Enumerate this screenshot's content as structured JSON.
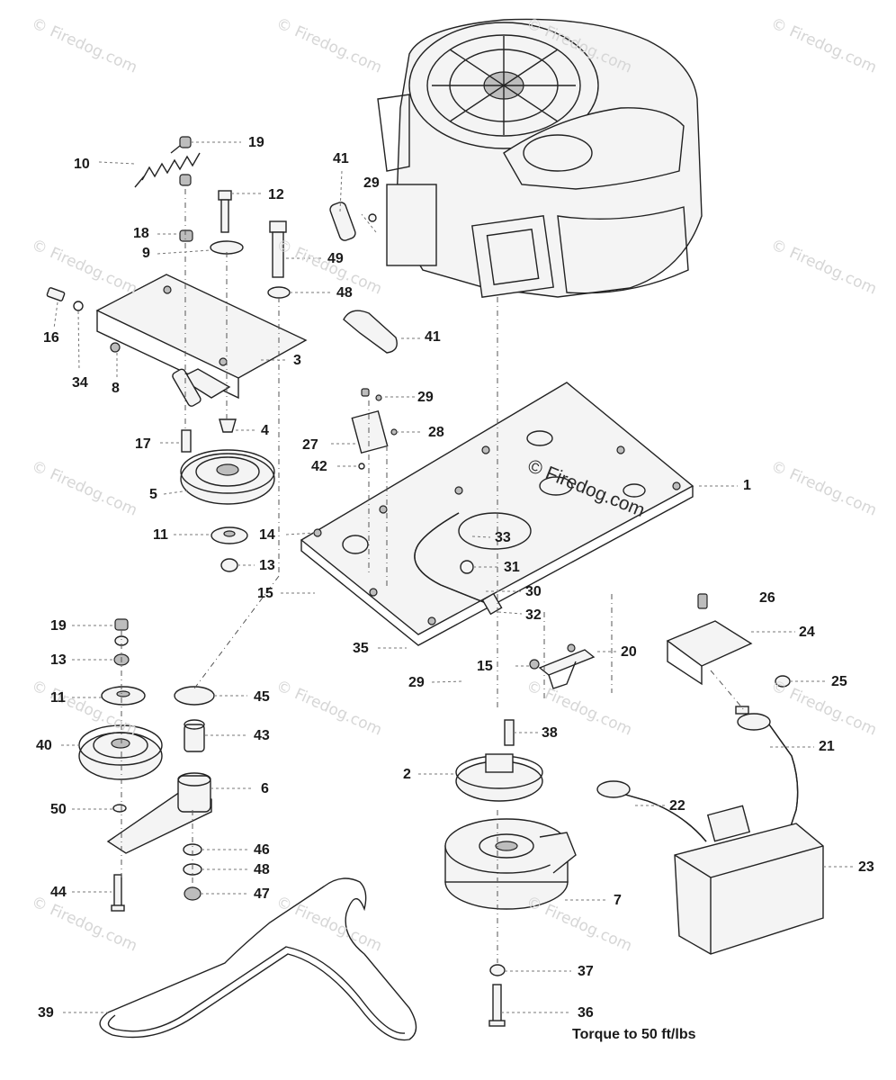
{
  "watermark": {
    "text": "© Firedog.com",
    "center_text": "© Firedog.com"
  },
  "labels": {
    "p1": "1",
    "p2": "2",
    "p3": "3",
    "p4": "4",
    "p5": "5",
    "p6": "6",
    "p7": "7",
    "p8": "8",
    "p9": "9",
    "p10": "10",
    "p11a": "11",
    "p11b": "11",
    "p12": "12",
    "p13a": "13",
    "p13b": "13",
    "p14": "14",
    "p15a": "15",
    "p15b": "15",
    "p16": "16",
    "p17": "17",
    "p18": "18",
    "p19a": "19",
    "p19b": "19",
    "p20": "20",
    "p21": "21",
    "p22": "22",
    "p23": "23",
    "p24": "24",
    "p25": "25",
    "p26": "26",
    "p27": "27",
    "p28": "28",
    "p29a": "29",
    "p29b": "29",
    "p29c": "29",
    "p30": "30",
    "p31": "31",
    "p32": "32",
    "p33": "33",
    "p34": "34",
    "p35": "35",
    "p36": "36",
    "p37": "37",
    "p38": "38",
    "p39": "39",
    "p40": "40",
    "p41a": "41",
    "p41b": "41",
    "p42": "42",
    "p43": "43",
    "p44": "44",
    "p45": "45",
    "p46": "46",
    "p47": "47",
    "p48a": "48",
    "p48b": "48",
    "p49": "49",
    "p50": "50"
  },
  "note": "Torque to 50 ft/lbs"
}
